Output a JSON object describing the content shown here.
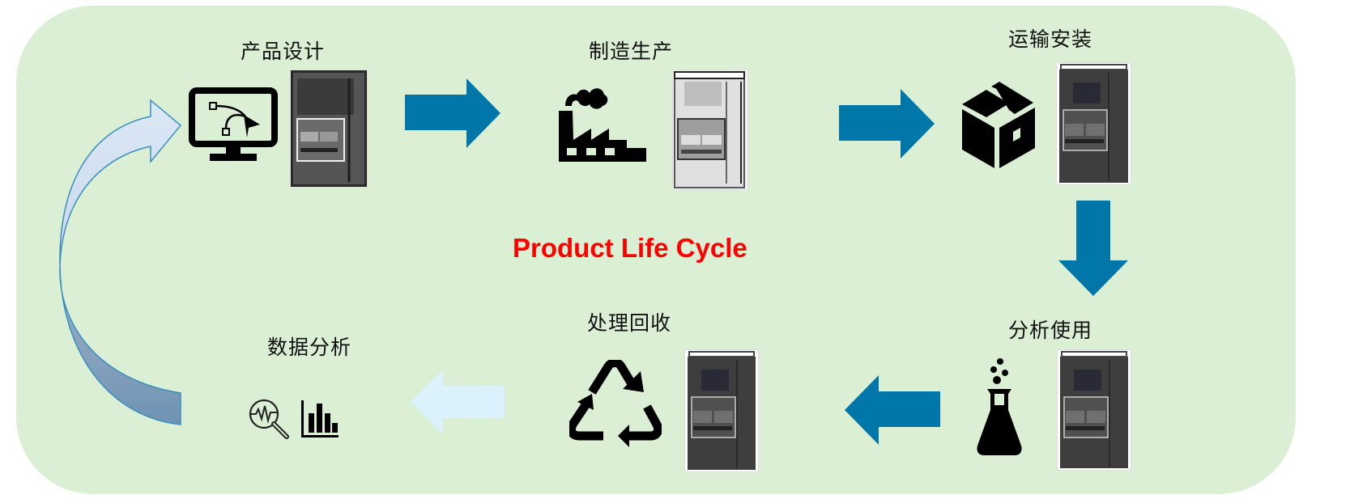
{
  "title": "Product Life Cycle",
  "colors": {
    "panel_bg": "#dbefd4",
    "arrow_primary": "#0077a8",
    "arrow_faded": "#dbf2fc",
    "title_color": "#ff0000"
  },
  "stages": [
    {
      "id": "design",
      "label": "产品设计",
      "icon": "monitor-design-icon",
      "product_image": "product-sketch"
    },
    {
      "id": "manufacturing",
      "label": "制造生产",
      "icon": "factory-icon",
      "product_image": "product-partial"
    },
    {
      "id": "shipping",
      "label": "运输安装",
      "icon": "package-box-icon",
      "product_image": "product-finished"
    },
    {
      "id": "usage",
      "label": "分析使用",
      "icon": "lab-flask-icon",
      "product_image": "product-finished"
    },
    {
      "id": "recycling",
      "label": "处理回收",
      "icon": "recycle-icon",
      "product_image": "product-finished"
    },
    {
      "id": "analytics",
      "label": "数据分析",
      "icon": "data-analysis-icons",
      "product_image": null
    }
  ],
  "flow_arrows": [
    {
      "from": "design",
      "to": "manufacturing",
      "direction": "right",
      "style": "primary"
    },
    {
      "from": "manufacturing",
      "to": "shipping",
      "direction": "right",
      "style": "primary"
    },
    {
      "from": "shipping",
      "to": "usage",
      "direction": "down",
      "style": "primary"
    },
    {
      "from": "usage",
      "to": "recycling",
      "direction": "left",
      "style": "primary"
    },
    {
      "from": "recycling",
      "to": "analytics",
      "direction": "left",
      "style": "faded"
    },
    {
      "from": "analytics",
      "to": "design",
      "direction": "curved-up",
      "style": "gradient"
    }
  ]
}
